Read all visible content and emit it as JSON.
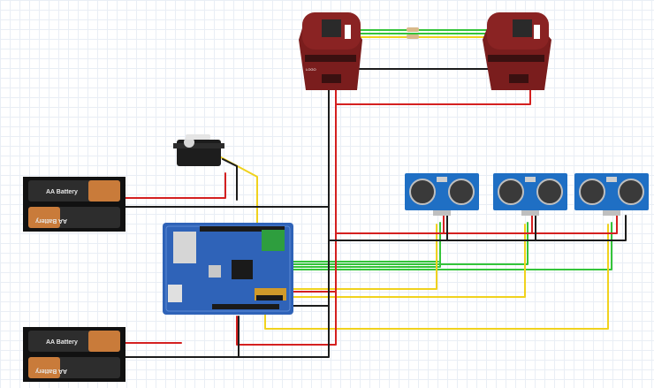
{
  "battery_label": "AA Battery",
  "board_mark": "LOGO",
  "colors": {
    "grid": "#e9eef5",
    "wire_red": "#d42020",
    "wire_black": "#1c1c1c",
    "wire_yellow": "#f0d21e",
    "wire_green": "#35c43a",
    "breakout_board": "#7a1d1d",
    "sensor_board": "#1f6fc4",
    "arduino_board": "#2f63b8",
    "battery_body": "#2a2a2a",
    "battery_cap": "#c97b3a"
  },
  "components": [
    {
      "id": "radio-left",
      "kind": "wireless-breakout-board",
      "icon": "circuit-board-icon"
    },
    {
      "id": "radio-right",
      "kind": "wireless-breakout-board",
      "icon": "circuit-board-icon"
    },
    {
      "id": "servo",
      "kind": "servo-motor",
      "icon": "servo-icon"
    },
    {
      "id": "battery-top",
      "kind": "2xAA-battery-holder",
      "icon": "battery-icon"
    },
    {
      "id": "battery-bottom",
      "kind": "2xAA-battery-holder",
      "icon": "battery-icon"
    },
    {
      "id": "arduino",
      "kind": "microcontroller-board",
      "icon": "microcontroller-icon"
    },
    {
      "id": "ultrasonic-1",
      "kind": "ultrasonic-sensor",
      "icon": "ultrasonic-sensor-icon"
    },
    {
      "id": "ultrasonic-2",
      "kind": "ultrasonic-sensor",
      "icon": "ultrasonic-sensor-icon"
    },
    {
      "id": "ultrasonic-3",
      "kind": "ultrasonic-sensor",
      "icon": "ultrasonic-sensor-icon"
    }
  ]
}
